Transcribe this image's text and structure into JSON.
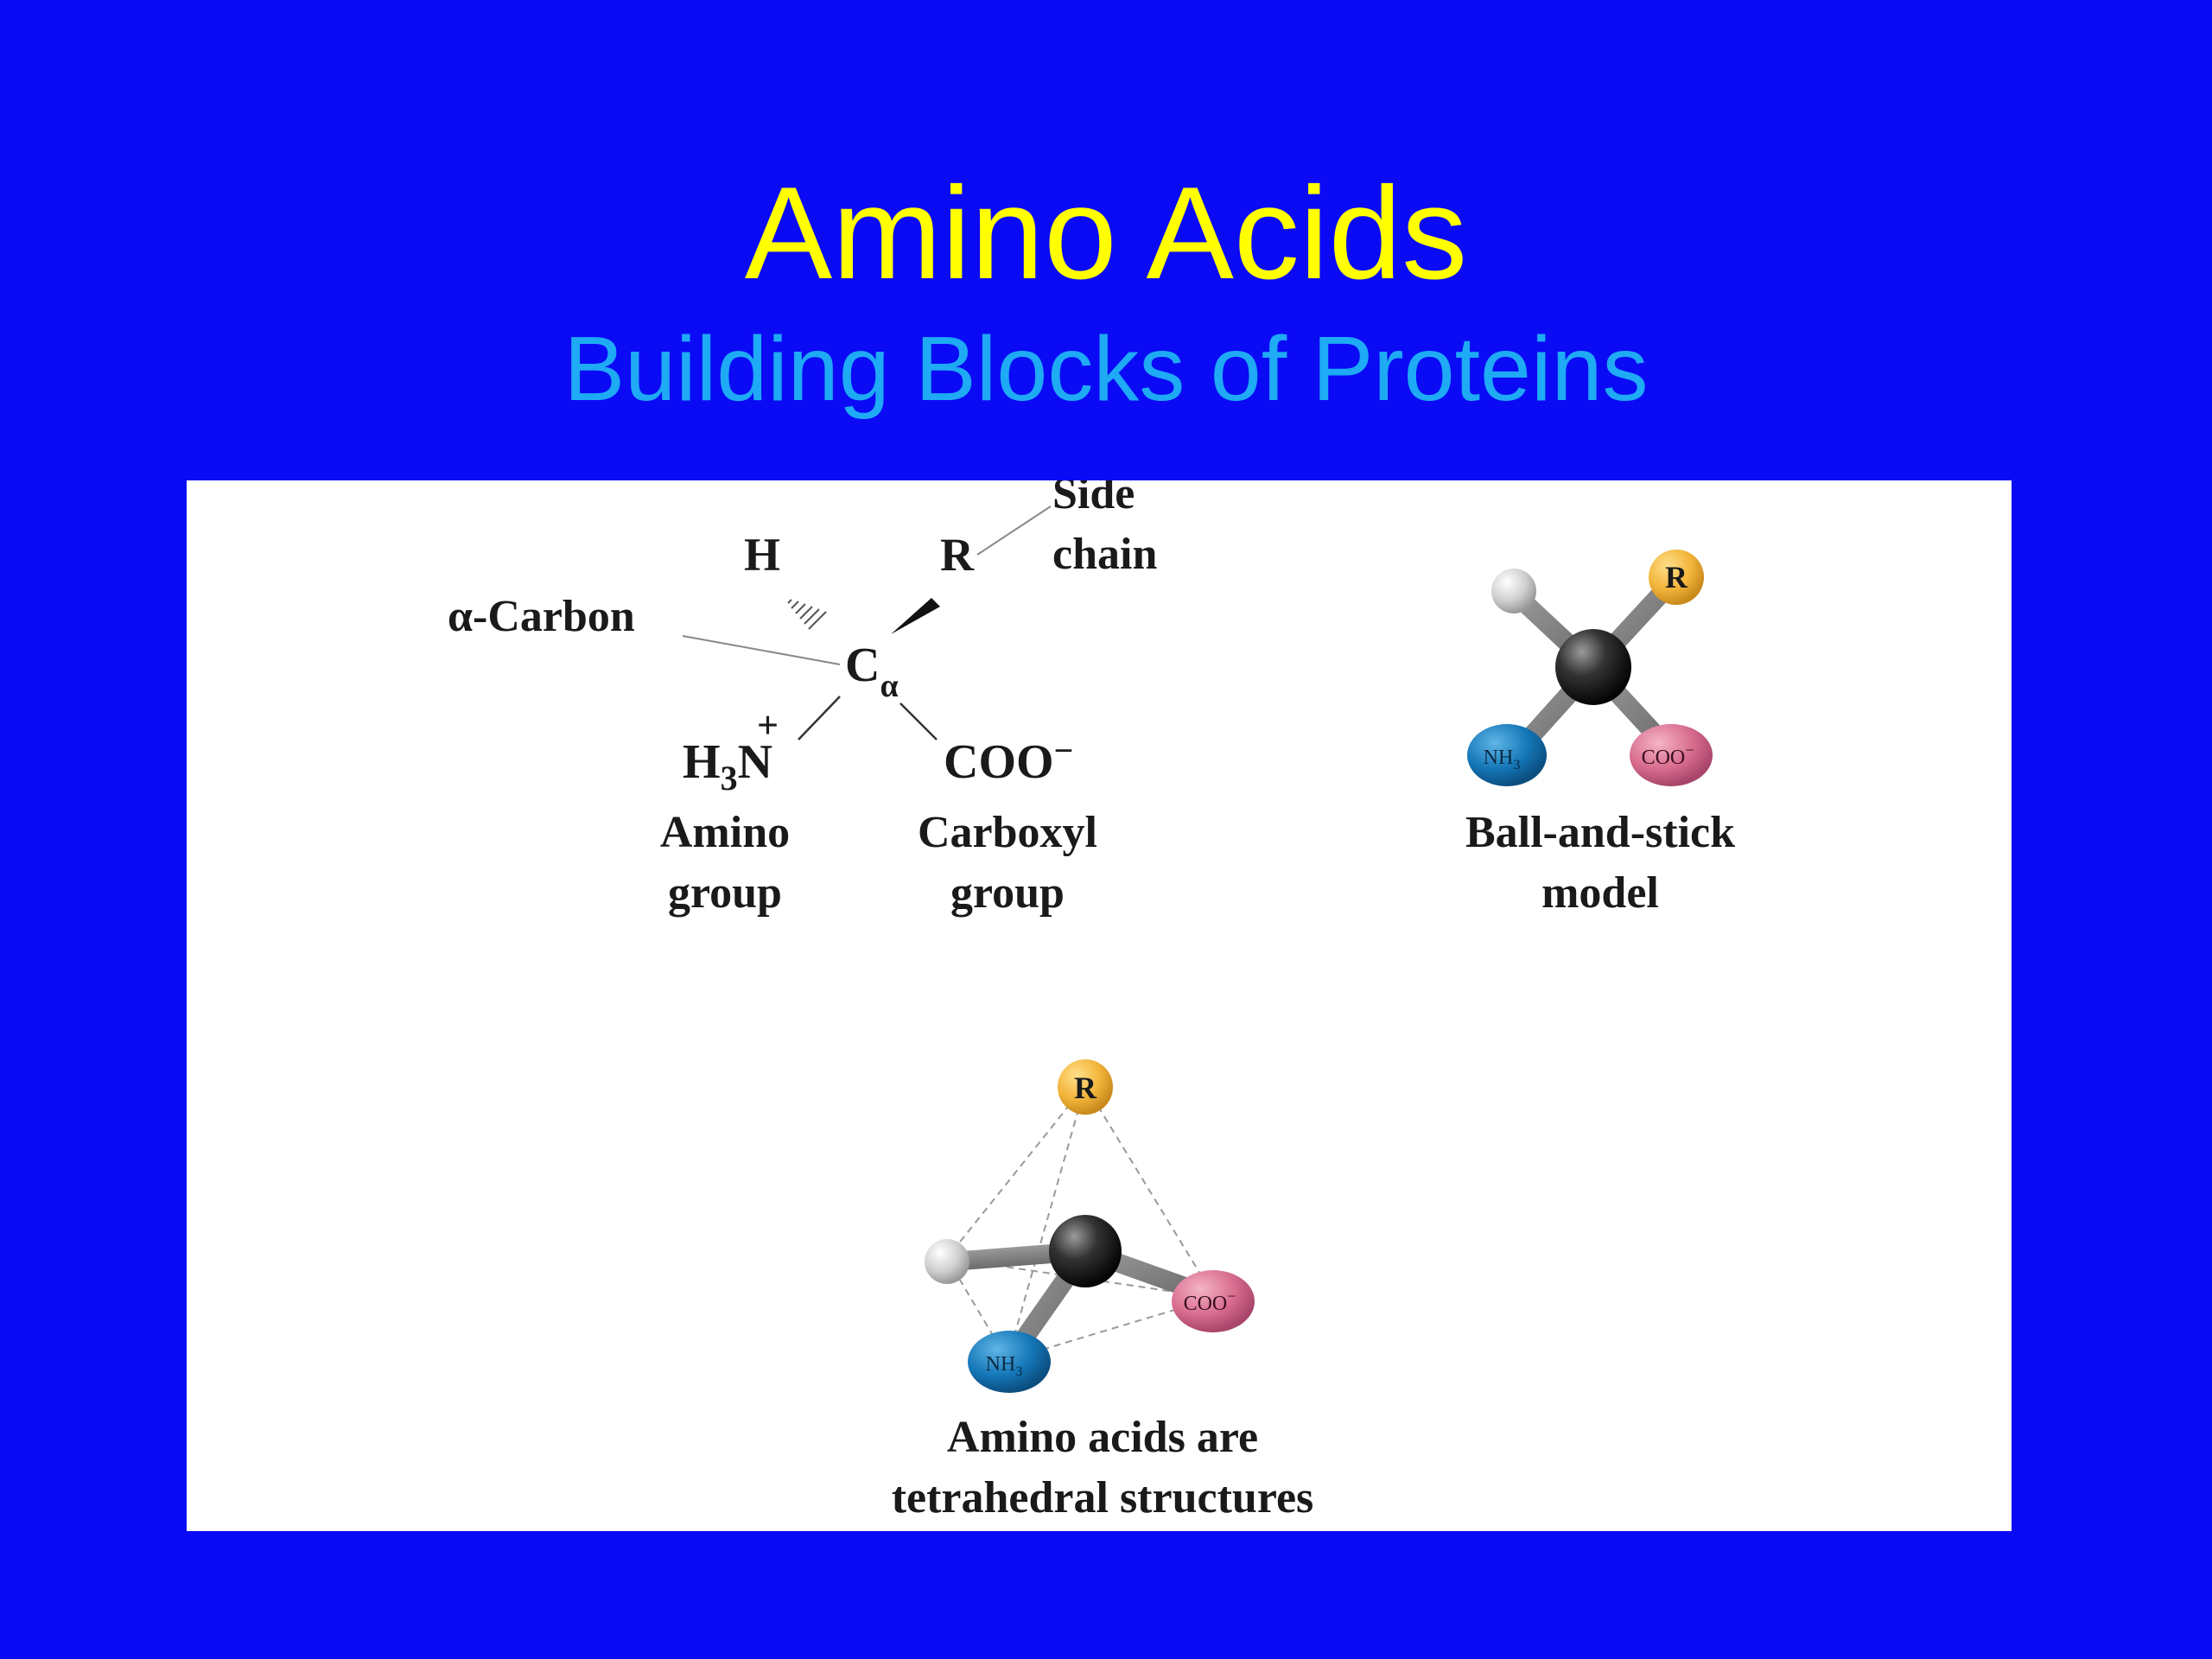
{
  "slide": {
    "title": "Amino Acids",
    "subtitle": "Building Blocks of Proteins"
  },
  "colors": {
    "background": "#0A0AF5",
    "title": "#FFFF00",
    "subtitle": "#1EAAF4",
    "panel": "#FFFFFF",
    "r_group_atom": "#F2B43A",
    "amino_atom": "#1577B8",
    "carboxyl_atom": "#D86C8E",
    "hydrogen_atom": "#CFCFCF",
    "carbon_atom": "#222222"
  },
  "structural_formula": {
    "hydrogen": "H",
    "r_group": "R",
    "side_chain_line1": "Side",
    "side_chain_line2": "chain",
    "alpha_carbon_label": "α-Carbon",
    "carbon": "C",
    "carbon_subscript": "α",
    "charge_plus": "+",
    "amino_h": "H",
    "amino_sub": "3",
    "amino_n": "N",
    "carboxylate": "COO",
    "carboxylate_charge": "−",
    "amino_group_line1": "Amino",
    "amino_group_line2": "group",
    "carboxyl_group_line1": "Carboxyl",
    "carboxyl_group_line2": "group"
  },
  "ball_and_stick": {
    "r_label": "R",
    "nh_label": "NH",
    "nh_sub": "3",
    "coo_label": "COO",
    "coo_charge": "−",
    "caption_line1": "Ball-and-stick",
    "caption_line2": "model"
  },
  "tetrahedral": {
    "r_label": "R",
    "nh_label": "NH",
    "nh_sub": "3",
    "coo_label": "COO",
    "coo_charge": "−",
    "caption_line1": "Amino acids are",
    "caption_line2": "tetrahedral structures"
  }
}
